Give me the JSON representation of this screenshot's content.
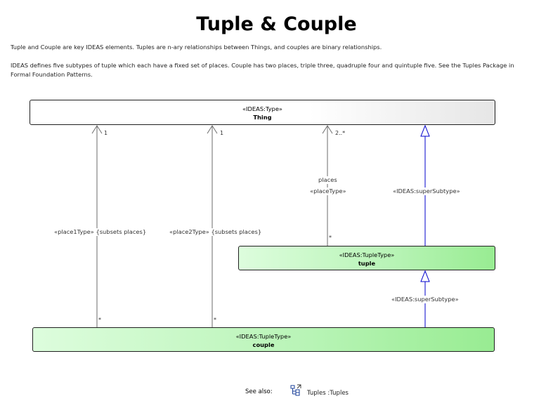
{
  "title": "Tuple & Couple",
  "description": [
    "Tuple and Couple are key IDEAS elements. Tuples are n-ary relationships between Things, and couples are binary relationships.",
    "IDEAS defines five subtypes of tuple which each have a fixed set of places. Couple has two places, triple three, quadruple four and quintuple five. See the Tuples Package in Formal Foundation Patterns."
  ],
  "classes": {
    "thing": {
      "stereotype": "«IDEAS:Type»",
      "name": "Thing"
    },
    "tuple": {
      "stereotype": "«IDEAS:TupleType»",
      "name": "tuple"
    },
    "couple": {
      "stereotype": "«IDEAS:TupleType»",
      "name": "couple"
    }
  },
  "connectors": {
    "place1": {
      "label": "«place1Type» {subsets places}",
      "target_mult": "1",
      "source_mult": "*"
    },
    "place2": {
      "label": "«place2Type» {subsets places}",
      "target_mult": "1",
      "source_mult": "*"
    },
    "places": {
      "role": "places",
      "label": "«placeType»",
      "target_mult": "2..*",
      "source_mult": "*"
    },
    "supersubtype_tuple_thing": {
      "label": "«IDEAS:superSubtype»"
    },
    "supersubtype_couple_tuple": {
      "label": "«IDEAS:superSubtype»"
    }
  },
  "see_also": {
    "label": "See also:",
    "link": "Tuples :Tuples",
    "icon": "package-diagram-icon"
  },
  "colors": {
    "generalization": "#0000cc",
    "association": "#6b6b6b"
  }
}
